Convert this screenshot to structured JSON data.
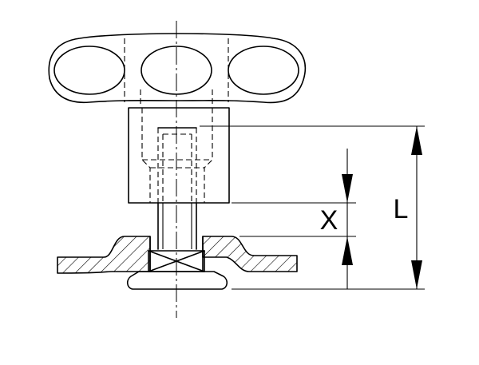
{
  "diagram": {
    "dimensions": [
      {
        "id": "x",
        "label": "X"
      },
      {
        "id": "l",
        "label": "L"
      }
    ],
    "colors": {
      "line": "#000000",
      "background": "#ffffff"
    }
  }
}
